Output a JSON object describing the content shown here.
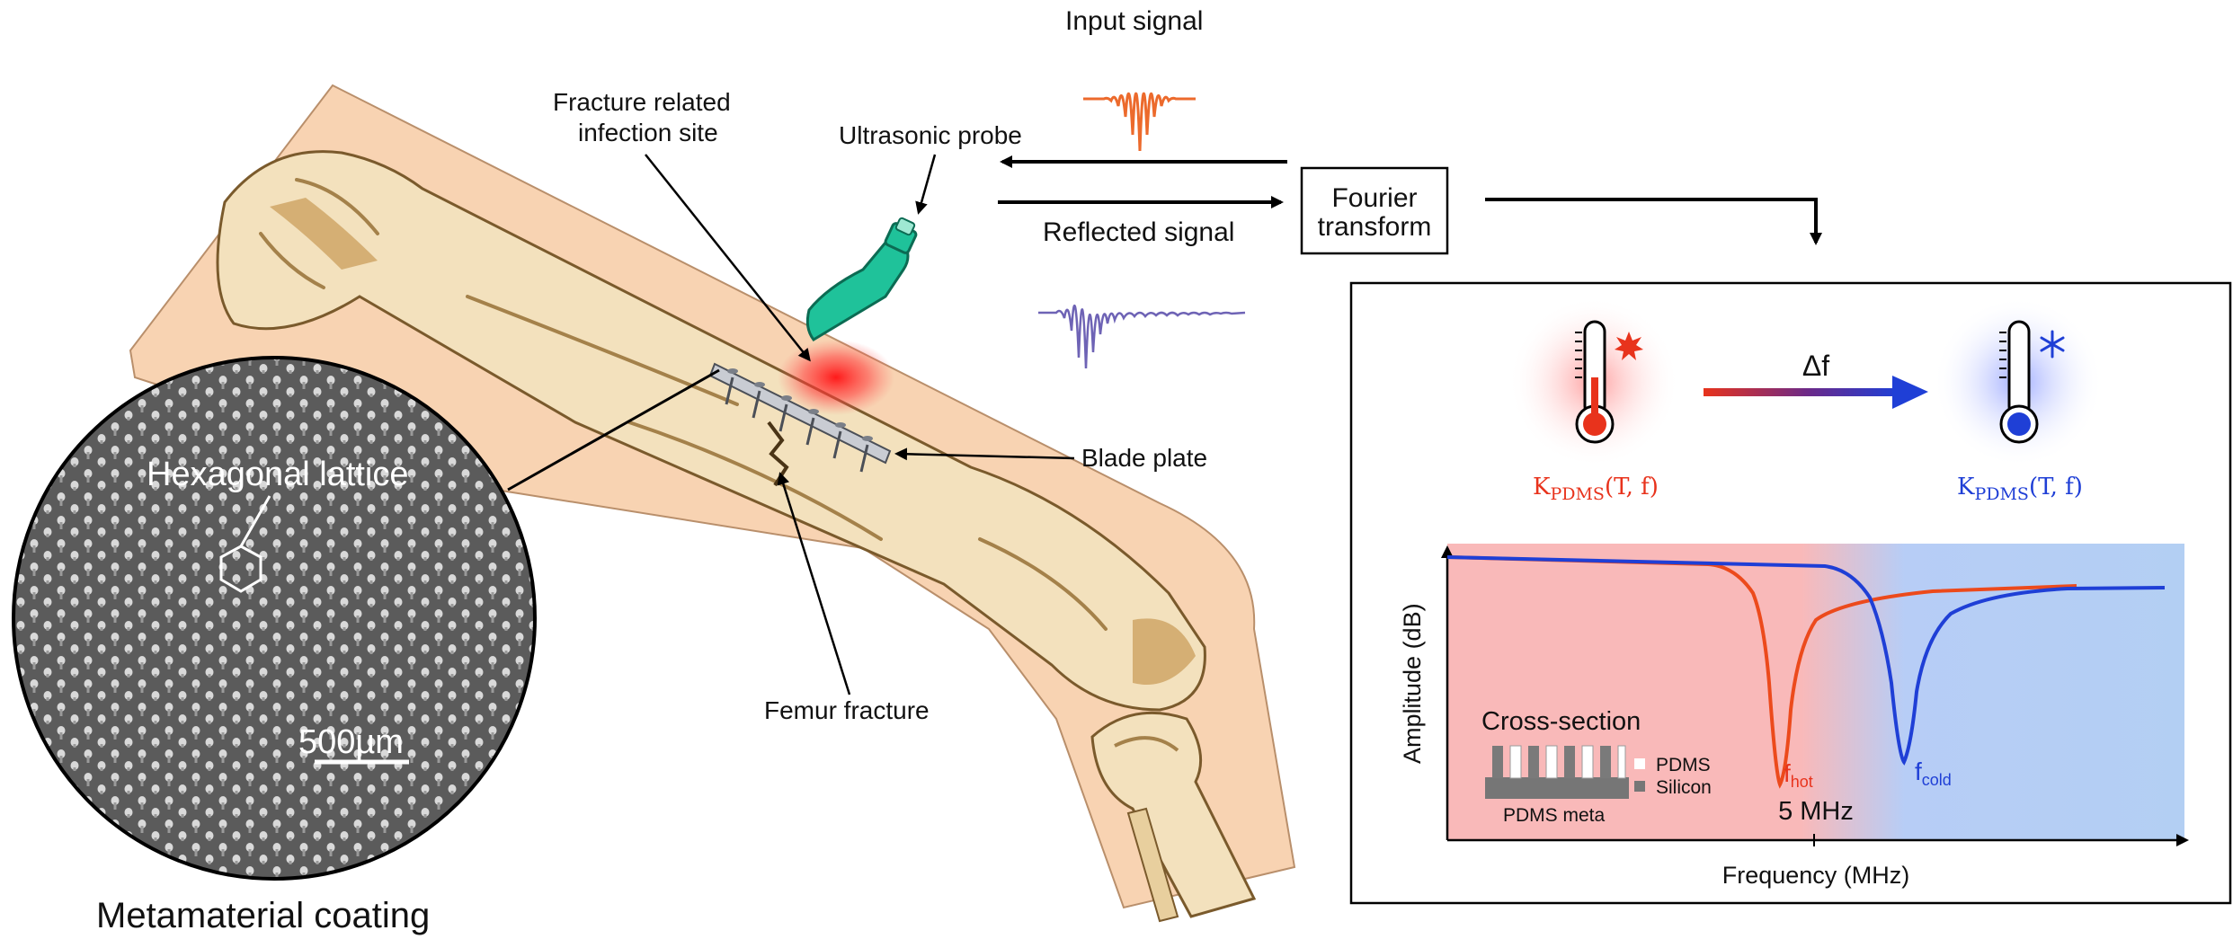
{
  "labels": {
    "input_signal": "Input signal",
    "reflected_signal": "Reflected signal",
    "ultrasonic_probe": "Ultrasonic probe",
    "fracture_infection_line1": "Fracture related",
    "fracture_infection_line2": "infection site",
    "fourier_line1": "Fourier",
    "fourier_line2": "transform",
    "blade_plate": "Blade plate",
    "femur_fracture": "Femur fracture",
    "hexagonal_lattice": "Hexagonal lattice",
    "scale_bar": "500µm",
    "metamaterial_coating": "Metamaterial coating"
  },
  "temperature": {
    "delta_label": "Δf",
    "k_hot": "K",
    "k_hot_sub": "PDMS",
    "k_hot_args": "(T, f)",
    "k_cold": "K",
    "k_cold_sub": "PDMS",
    "k_cold_args": "(T, f)"
  },
  "plot": {
    "ylabel": "Amplitude (dB)",
    "xlabel": "Frequency (MHz)",
    "freq_marker": "5 MHz",
    "f_hot": "f",
    "f_hot_sub": "hot",
    "f_cold": "f",
    "f_cold_sub": "cold",
    "cross_section_title": "Cross-section",
    "legend_pdms": "PDMS",
    "legend_silicon": "Silicon",
    "pdms_meta": "PDMS meta"
  },
  "colors": {
    "hot": "#e8331c",
    "cold": "#1f3fd6",
    "teal_probe": "#1fc29a",
    "skin": "#f8d3b2",
    "bone": "#f3e1bd"
  }
}
